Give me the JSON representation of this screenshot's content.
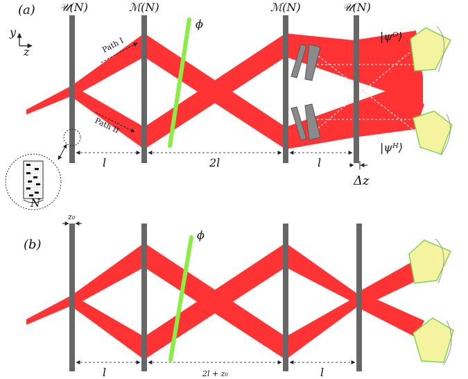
{
  "panel_a": {
    "panel_label": "(a)",
    "plate_labels": [
      "𝒰(N)",
      "ℳ(N)",
      "ℳ(N)",
      "𝒰(N)"
    ],
    "phase_label": "ϕ",
    "path1_label": "Path I",
    "path2_label": "Path II",
    "axis_y": "y",
    "axis_z": "z",
    "spacing": [
      "l",
      "2l",
      "l"
    ],
    "delta_z": "Δz",
    "detector_top": "|ψᴼ⟩",
    "detector_bottom": "|ψᴴ⟩",
    "inset_label": "N"
  },
  "panel_b": {
    "panel_label": "(b)",
    "z0_label": "z₀",
    "phase_label": "ϕ",
    "spacing": [
      "l",
      "2l + z₀",
      "l"
    ]
  },
  "colors": {
    "beam": "#ff3333",
    "plate": "#666666",
    "phase_plate": "#88ee44",
    "detector_fill": "#f4f4a0",
    "detector_edge": "#7fd454",
    "prism": "#8a8a8a"
  }
}
